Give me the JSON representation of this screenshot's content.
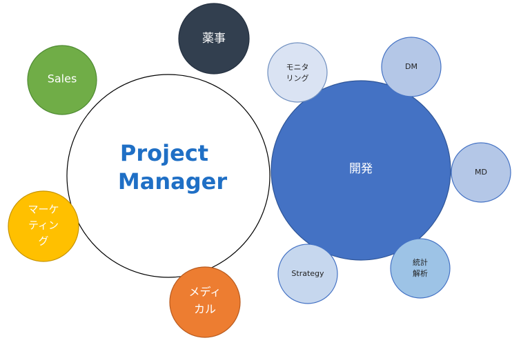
{
  "center": {
    "line1": "Project",
    "line2": "Manager",
    "text_color": "#1F6FC5",
    "fill": "#ffffff",
    "stroke": "#000000"
  },
  "satellites": {
    "yakuji": {
      "label": "薬事",
      "fill": "#323F4F"
    },
    "sales": {
      "label": "Sales",
      "fill": "#70AD47"
    },
    "marketing": {
      "line1": "マーケ",
      "line2": "ティン",
      "line3": "グ",
      "fill": "#FFC000"
    },
    "medical": {
      "line1": "メディ",
      "line2": "カル",
      "fill": "#ED7D31"
    }
  },
  "development": {
    "label": "開発",
    "fill": "#4472C4",
    "children": {
      "monitoring": {
        "line1": "モニタ",
        "line2": "リング",
        "fill": "#DAE3F3"
      },
      "dm": {
        "label": "DM",
        "fill": "#B4C7E7"
      },
      "md": {
        "label": "MD",
        "fill": "#B4C7E7"
      },
      "stats": {
        "line1": "統計",
        "line2": "解析",
        "fill": "#9DC3E6"
      },
      "strategy": {
        "label": "Strategy",
        "fill": "#C6D7EE"
      }
    }
  }
}
